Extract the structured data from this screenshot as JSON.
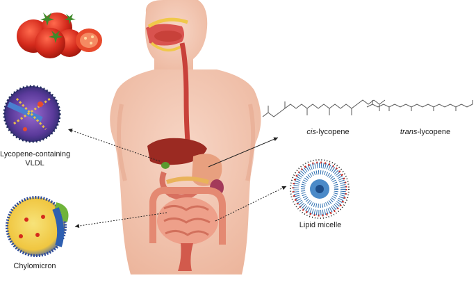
{
  "labels": {
    "vldl_line1": "Lycopene-containing",
    "vldl_line2": "VLDL",
    "chylomicron": "Chylomicron",
    "cis_prefix": "cis",
    "cis_suffix": "-lycopene",
    "trans_prefix": "trans",
    "trans_suffix": "-lycopene",
    "micelle": "Lipid micelle"
  },
  "colors": {
    "skin": "#f3c9b4",
    "skin_shadow": "#e6a98f",
    "esophagus": "#c8413a",
    "liver": "#9b2a22",
    "stomach": "#e8a07f",
    "intestine": "#e9917c",
    "tomato": "#d42a1c",
    "micelle_blue": "#2e6fb0",
    "arrow": "#222222"
  },
  "icons": [
    "tomato-icon",
    "vldl-particle-icon",
    "chylomicron-particle-icon",
    "lipid-micelle-icon"
  ]
}
